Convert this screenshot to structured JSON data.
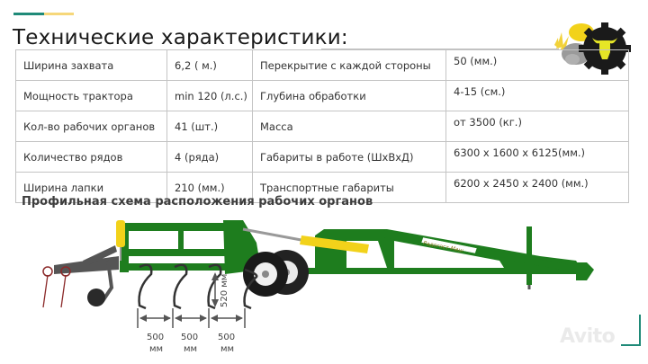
{
  "header": {
    "title": "Технические характеристики:",
    "accent_colors": [
      "#1f8a78",
      "#f6d77a"
    ]
  },
  "specs": {
    "rows": [
      {
        "label1": "Ширина захвата",
        "value1": "6,2 ( м.)",
        "label2": "Перекрытие с каждой стороны",
        "value2": "50 (мм.)"
      },
      {
        "label1": "Мощность трактора",
        "value1": "min 120 (л.с.)",
        "label2": "Глубина обработки",
        "value2": "4-15 (см.)"
      },
      {
        "label1": "Кол-во рабочих органов",
        "value1": "41 (шт.)",
        "label2": "Масса",
        "value2": "от 3500 (кг.)"
      },
      {
        "label1": "Количество рядов",
        "value1": "4 (ряда)",
        "label2": "Габариты в работе (ШхВхД)",
        "value2": "6300 х 1600 х 6125(мм.)"
      },
      {
        "label1": "Ширина лапки",
        "value1": "210 (мм.)",
        "label2": "Транспортные габариты",
        "value2": "6200 х 2450 х 2400 (мм.)"
      }
    ]
  },
  "scheme": {
    "title": "Профильная схема расположения рабочих органов",
    "brand_label": "Радогост-Маш",
    "height_dim": "520 мм",
    "spacing": [
      {
        "value": "500",
        "unit": "мм"
      },
      {
        "value": "500",
        "unit": "мм"
      },
      {
        "value": "500",
        "unit": "мм"
      }
    ],
    "frame_color": "#1e7d1e",
    "cylinder_color": "#f2d21a"
  },
  "logo": {
    "icon": "bull-gear-logo-icon"
  },
  "watermark": {
    "text": "Avito"
  }
}
